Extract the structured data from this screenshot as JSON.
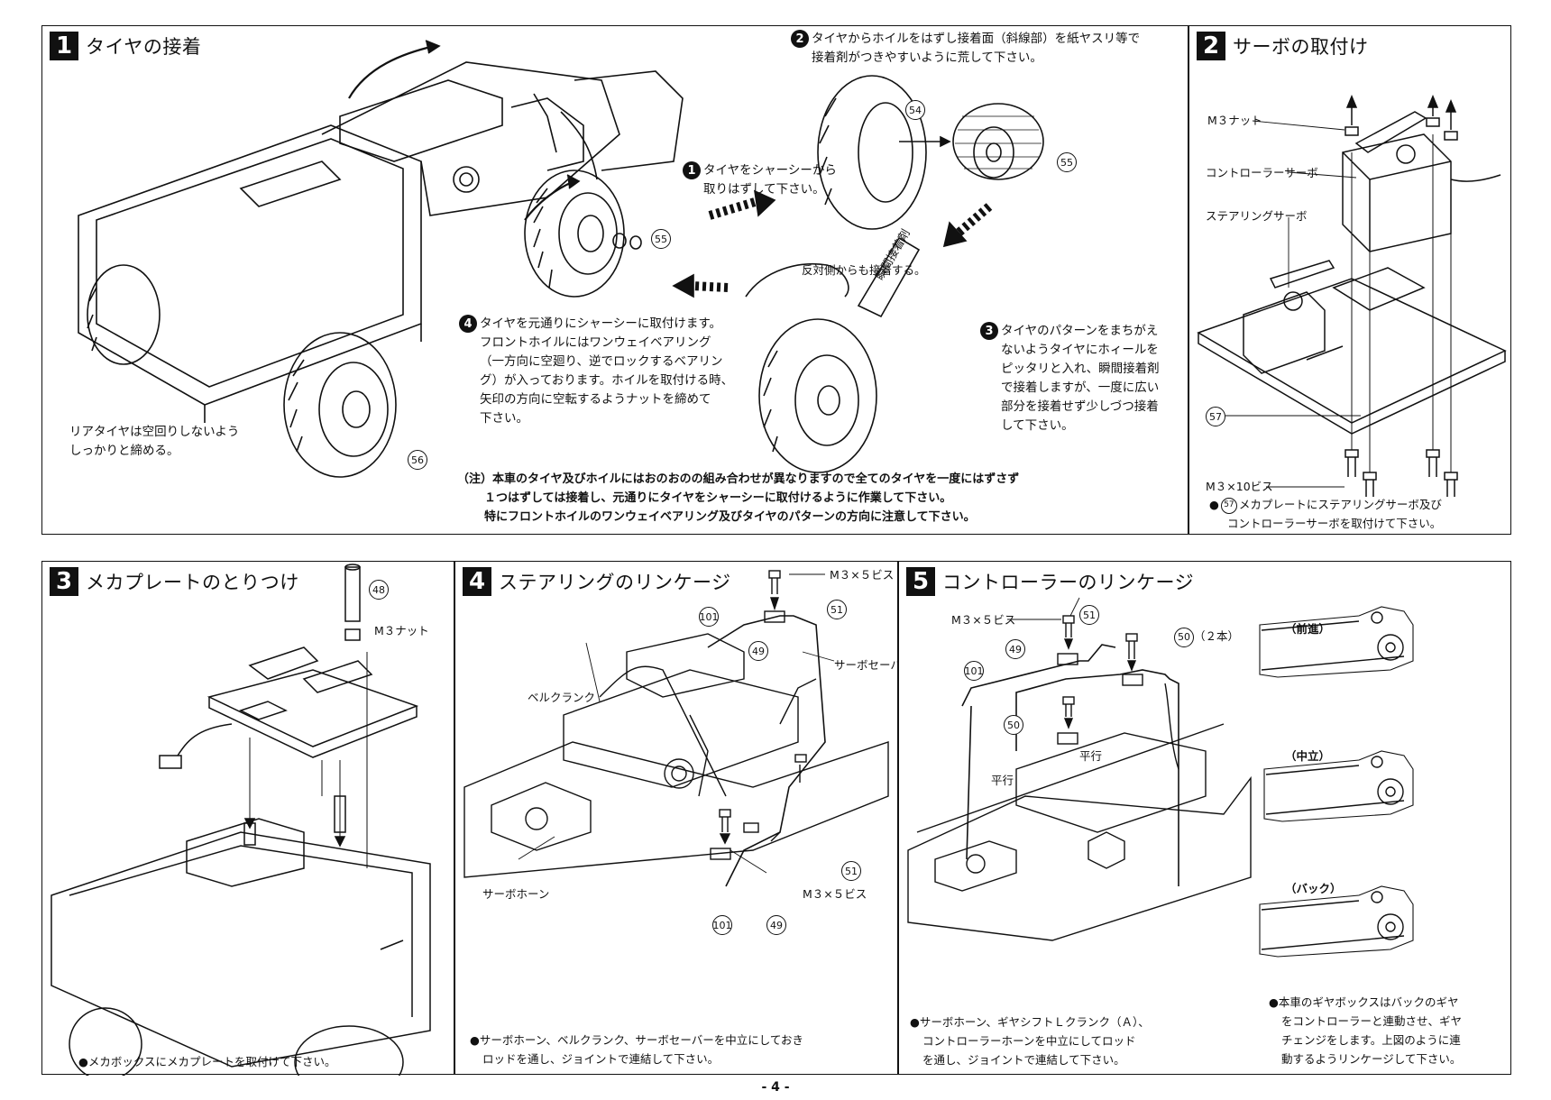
{
  "page_number": "- 4 -",
  "s1": {
    "num": "1",
    "title": "タイヤの接着",
    "step1": [
      "タイヤをシャーシーから",
      "取りはずして下さい。"
    ],
    "step2": [
      "タイヤからホイルをはずし接着面（斜線部）を紙ヤスリ等で",
      "接着剤がつきやすいように荒して下さい。"
    ],
    "step3": [
      "タイヤのパターンをまちがえ",
      "ないようタイヤにホィールを",
      "ピッタリと入れ、瞬間接着剤",
      "で接着しますが、一度に広い",
      "部分を接着せず少しづつ接着",
      "して下さい。"
    ],
    "step4": [
      "タイヤを元通りにシャーシーに取付けます。",
      "フロントホイルにはワンウェイベアリング",
      "（一方向に空廻り、逆でロックするベアリン",
      "グ）が入っております。ホイルを取付ける時、",
      "矢印の方向に空転するようナットを締めて",
      "下さい。"
    ],
    "rear_note": [
      "リアタイヤは空回りしないよう",
      "しっかりと締める。"
    ],
    "opposite": "反対側からも接着する。",
    "glue": "瞬間接着剤",
    "note": [
      "（注）本車のタイヤ及びホイルにはおのおのの組み合わせが異なりますので全てのタイヤを一度にはずさず",
      "１つはずしては接着し、元通りにタイヤをシャーシーに取付けるように作業して下さい。",
      "特にフロントホイルのワンウェイベアリング及びタイヤのパターンの方向に注意して下さい。"
    ],
    "parts": {
      "p54": "54",
      "p55a": "55",
      "p55b": "55",
      "p56": "56"
    },
    "step_nums": {
      "n1": "1",
      "n2": "2",
      "n3": "3",
      "n4": "4"
    }
  },
  "s2": {
    "num": "2",
    "title": "サーボの取付け",
    "label_nut": "M３ナット",
    "label_ctrl": "コントローラーサーボ",
    "label_steer": "ステアリングサーボ",
    "label_screw": "M３×10ビス",
    "part57": "57",
    "note": [
      "●",
      "メカプレートにステアリングサーボ及び",
      "コントローラーサーボを取付けて下さい。"
    ]
  },
  "s3": {
    "num": "3",
    "title": "メカプレートのとりつけ",
    "part48": "48",
    "label_nut": "M３ナット",
    "note": "●メカボックスにメカプレートを取付けて下さい。"
  },
  "s4": {
    "num": "4",
    "title": "ステアリングのリンケージ",
    "label_screw_top": "M３×５ビス",
    "label_screw_bot": "M３×５ビス",
    "label_saver": "サーボセーバー",
    "label_bell": "ベルクランク",
    "label_horn": "サーボホーン",
    "parts": {
      "p101a": "101",
      "p51a": "51",
      "p49a": "49",
      "p51b": "51",
      "p49b": "49",
      "p101b": "101"
    },
    "note": [
      "●サーボホーン、ベルクランク、サーボセーバーを中立にしておき",
      "ロッドを通し、ジョイントで連結して下さい。"
    ]
  },
  "s5": {
    "num": "5",
    "title": "コントローラーのリンケージ",
    "label_screw": "M３×５ビス",
    "label_two": "（２本）",
    "label_parallel1": "平行",
    "label_parallel2": "平行",
    "parts": {
      "p51": "51",
      "p49": "49",
      "p101": "101",
      "p50a": "50",
      "p50b": "50"
    },
    "forward": "（前進）",
    "neutral": "（中立）",
    "back": "（バック）",
    "note_left": [
      "●サーボホーン、ギヤシフトＬクランク（Ａ）、",
      "コントローラーホーンを中立にしてロッド",
      "を通し、ジョイントで連結して下さい。"
    ],
    "note_right": [
      "●本車のギヤボックスはバックのギヤ",
      "をコントローラーと連動させ、ギヤ",
      "チェンジをします。上図のように連",
      "動するようリンケージして下さい。"
    ]
  }
}
